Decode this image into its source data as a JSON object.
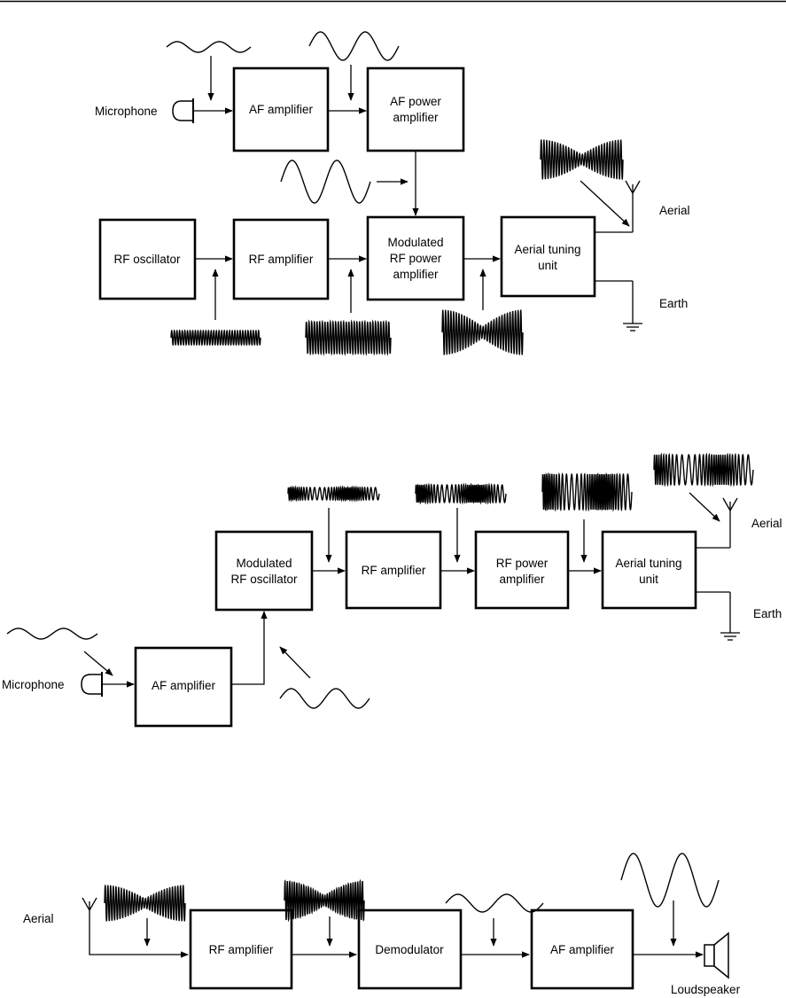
{
  "diagrams": [
    {
      "id": "am-transmitter",
      "blocks": [
        {
          "id": "af-amp",
          "lines": [
            "AF amplifier"
          ]
        },
        {
          "id": "af-power-amp",
          "lines": [
            "AF power",
            "amplifier"
          ]
        },
        {
          "id": "rf-osc",
          "lines": [
            "RF oscillator"
          ]
        },
        {
          "id": "rf-amp",
          "lines": [
            "RF amplifier"
          ]
        },
        {
          "id": "mod-rf-power-amp",
          "lines": [
            "Modulated",
            "RF power",
            "amplifier"
          ]
        },
        {
          "id": "atu",
          "lines": [
            "Aerial tuning",
            "unit"
          ]
        }
      ],
      "labels": {
        "microphone": "Microphone",
        "aerial": "Aerial",
        "earth": "Earth"
      }
    },
    {
      "id": "fm-transmitter",
      "blocks": [
        {
          "id": "mod-rf-osc",
          "lines": [
            "Modulated",
            "RF oscillator"
          ]
        },
        {
          "id": "rf-amp",
          "lines": [
            "RF amplifier"
          ]
        },
        {
          "id": "rf-power-amp",
          "lines": [
            "RF power",
            "amplifier"
          ]
        },
        {
          "id": "atu",
          "lines": [
            "Aerial tuning",
            "unit"
          ]
        },
        {
          "id": "af-amp",
          "lines": [
            "AF amplifier"
          ]
        }
      ],
      "labels": {
        "microphone": "Microphone",
        "aerial": "Aerial",
        "earth": "Earth"
      }
    },
    {
      "id": "receiver",
      "blocks": [
        {
          "id": "rf-amp",
          "lines": [
            "RF amplifier"
          ]
        },
        {
          "id": "demod",
          "lines": [
            "Demodulator"
          ]
        },
        {
          "id": "af-amp",
          "lines": [
            "AF amplifier"
          ]
        }
      ],
      "labels": {
        "aerial": "Aerial",
        "loudspeaker": "Loudspeaker"
      }
    }
  ]
}
